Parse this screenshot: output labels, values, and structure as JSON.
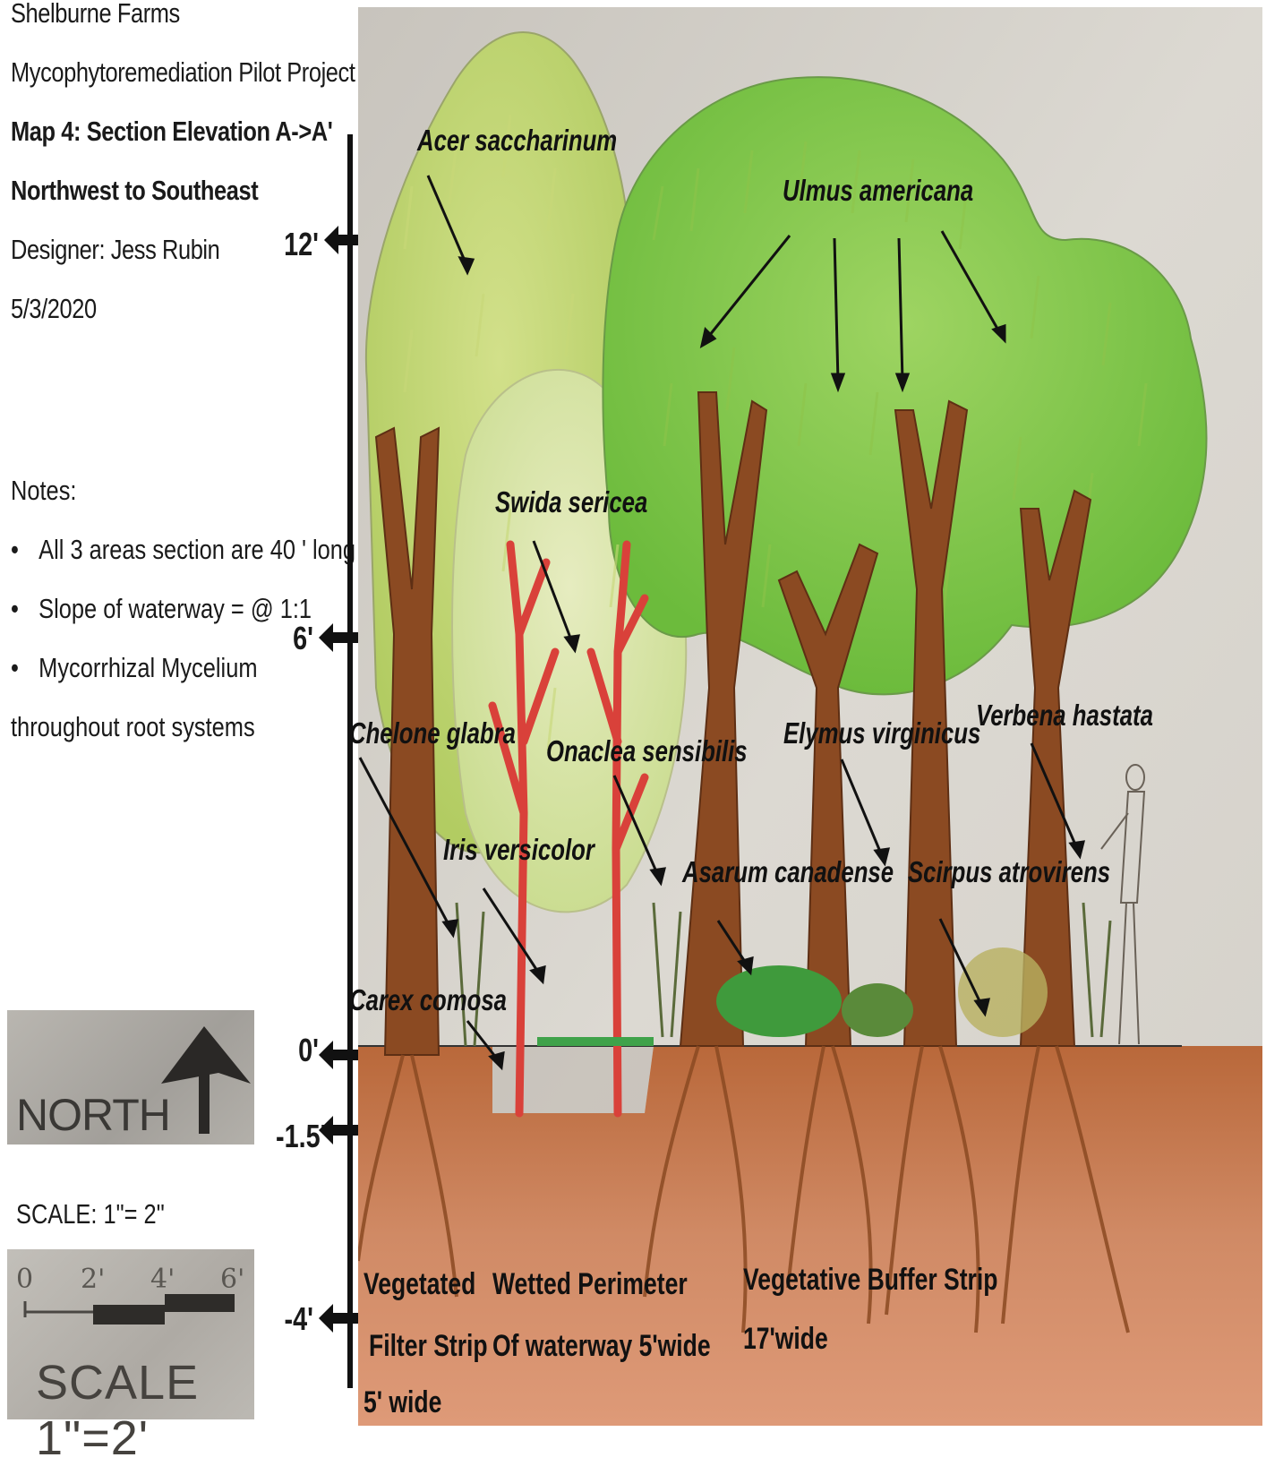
{
  "title_block": {
    "line1": "Shelburne Farms",
    "line2": "Mycophytoremediation Pilot Project",
    "line3": "Map 4: Section Elevation A->A'",
    "line4": "Northwest to Southeast",
    "line5": "Designer: Jess Rubin",
    "line6": "5/3/2020"
  },
  "notes": {
    "heading": "Notes:",
    "items": [
      "All 3 areas section are 40 ' long",
      "Slope of waterway = @ 1:1",
      "Mycorrhizal Mycelium"
    ],
    "continuation": "throughout root systems"
  },
  "north": {
    "label": "NORTH"
  },
  "scale": {
    "label": "SCALE: 1\"= 2\"",
    "ticks": [
      "0",
      "2'",
      "4'",
      "6'"
    ],
    "bar_text": "SCALE 1\"=2'"
  },
  "elevations": [
    "12'",
    "6'",
    "0'",
    "-1.5'",
    "-4'"
  ],
  "plants": {
    "acer": "Acer saccharinum",
    "ulmus": "Ulmus americana",
    "swida": "Swida sericea",
    "chelone": "Chelone glabra",
    "onoclea": "Onaclea sensibilis",
    "elymus": "Elymus virginicus",
    "verbena": "Verbena hastata",
    "iris": "Iris versicolor",
    "asarum": "Asarum canadense",
    "scirpus": "Scirpus atrovirens",
    "carex": "Carex comosa"
  },
  "zones": {
    "filter_1": "Vegetated",
    "filter_2": "Filter Strip",
    "filter_3": "5' wide",
    "wetted_1": "Wetted Perimeter",
    "wetted_2": "Of waterway 5'wide",
    "buffer_1": "Vegetative Buffer Strip",
    "buffer_2": "17'wide"
  },
  "colors": {
    "paper": "#d9d6cf",
    "soil": "#c9805a",
    "trunk": "#8b4a22",
    "canopy_light": "#b9d36a",
    "canopy_green": "#7fc24a",
    "dogwood": "#d9413a"
  }
}
